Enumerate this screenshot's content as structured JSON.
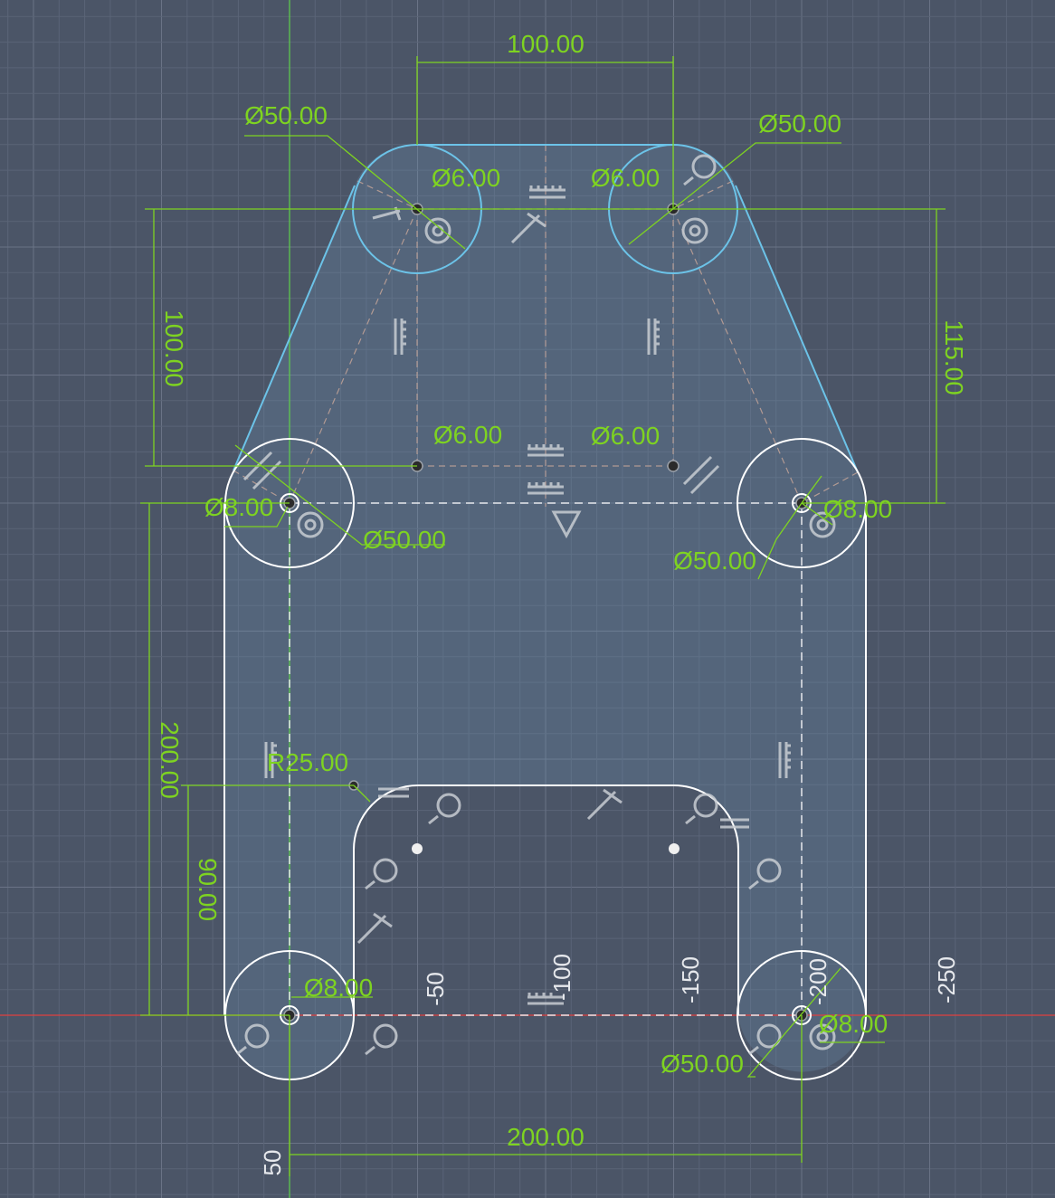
{
  "sketch": {
    "colors": {
      "background": "#4b5567",
      "grid": "#5c6679",
      "dimension": "#7ed321",
      "profile": "#ffffff",
      "projected": "#6cc3e8",
      "x_axis": "#e04040",
      "y_axis": "#5ed04a"
    },
    "dimensions": [
      {
        "id": "top-width",
        "text": "100.00"
      },
      {
        "id": "top-left-dia",
        "text": "Ø50.00"
      },
      {
        "id": "top-right-dia",
        "text": "Ø50.00"
      },
      {
        "id": "top-left-hole",
        "text": "Ø6.00"
      },
      {
        "id": "top-right-hole",
        "text": "Ø6.00"
      },
      {
        "id": "left-height-100",
        "text": "100.00"
      },
      {
        "id": "right-height-115",
        "text": "115.00"
      },
      {
        "id": "mid-left-hole6",
        "text": "Ø6.00"
      },
      {
        "id": "mid-right-hole6",
        "text": "Ø6.00"
      },
      {
        "id": "mid-left-hole8",
        "text": "Ø8.00"
      },
      {
        "id": "mid-left-dia",
        "text": "Ø50.00"
      },
      {
        "id": "mid-right-hole8",
        "text": "Ø8.00"
      },
      {
        "id": "mid-right-dia",
        "text": "Ø50.00"
      },
      {
        "id": "left-height-200",
        "text": "200.00"
      },
      {
        "id": "inner-radius",
        "text": "R25.00"
      },
      {
        "id": "left-height-90",
        "text": "90.00"
      },
      {
        "id": "bottom-left-hole8",
        "text": "Ø8.00"
      },
      {
        "id": "bottom-right-dia",
        "text": "Ø50.00"
      },
      {
        "id": "bottom-right-hole8",
        "text": "Ø8.00"
      },
      {
        "id": "bottom-width",
        "text": "200.00"
      }
    ],
    "axis_labels": [
      "50",
      "-50",
      "-100",
      "-150",
      "-200",
      "-250"
    ]
  }
}
